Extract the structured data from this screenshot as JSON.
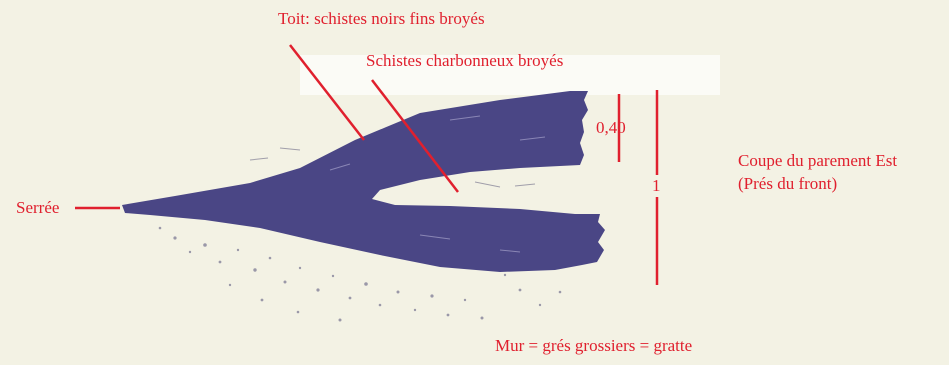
{
  "labels": {
    "toit": "Toit: schistes noirs fins broyés",
    "schistes_charbonneux": "Schistes charbonneux broyés",
    "serree": "Serrée",
    "thickness_040": "0,40",
    "thickness_1": "1",
    "coupe_line1": "Coupe du parement Est",
    "coupe_line2": "(Prés du front)",
    "mur": "Mur = grés grossiers = gratte"
  },
  "colors": {
    "background": "#f3f2e4",
    "seam": "#4a4685",
    "annotation": "#e0202e"
  }
}
